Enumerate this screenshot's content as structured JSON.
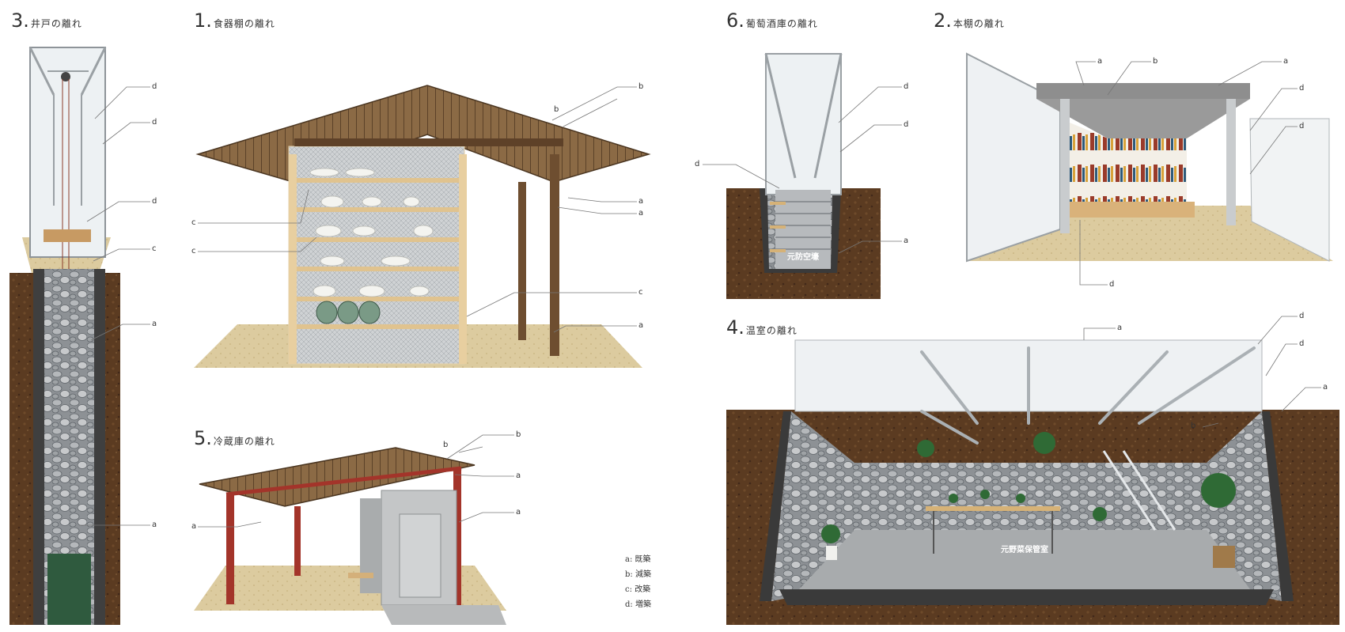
{
  "panels": {
    "well": {
      "num": "3.",
      "title": "井戸の離れ",
      "callouts": [
        "d",
        "d",
        "d",
        "c",
        "a",
        "a"
      ]
    },
    "dish": {
      "num": "1.",
      "title": "食器棚の離れ",
      "callouts": [
        "b",
        "b",
        "a",
        "a",
        "c",
        "c",
        "c",
        "a"
      ]
    },
    "cellar": {
      "num": "6.",
      "title": "葡萄酒庫の離れ",
      "callouts": [
        "d",
        "d",
        "d",
        "a"
      ],
      "sign": "元防空壕"
    },
    "book": {
      "num": "2.",
      "title": "本棚の離れ",
      "callouts": [
        "a",
        "b",
        "a",
        "d",
        "d",
        "d"
      ]
    },
    "fridge": {
      "num": "5.",
      "title": "冷蔵庫の離れ",
      "callouts": [
        "b",
        "b",
        "a",
        "a",
        "a"
      ]
    },
    "green": {
      "num": "4.",
      "title": "温室の離れ",
      "callouts": [
        "a",
        "d",
        "d",
        "a",
        "b"
      ],
      "sign": "元野菜保管室"
    }
  },
  "legend": [
    "a: 既築",
    "b: 減築",
    "c: 改築",
    "d: 増築"
  ],
  "colors": {
    "soil": "#5a3b22",
    "sand": "#d9c79a",
    "wood": "#7a5a3a",
    "steel": "#a03028",
    "stone": "#8d9196",
    "glass": "#e9eef0"
  }
}
